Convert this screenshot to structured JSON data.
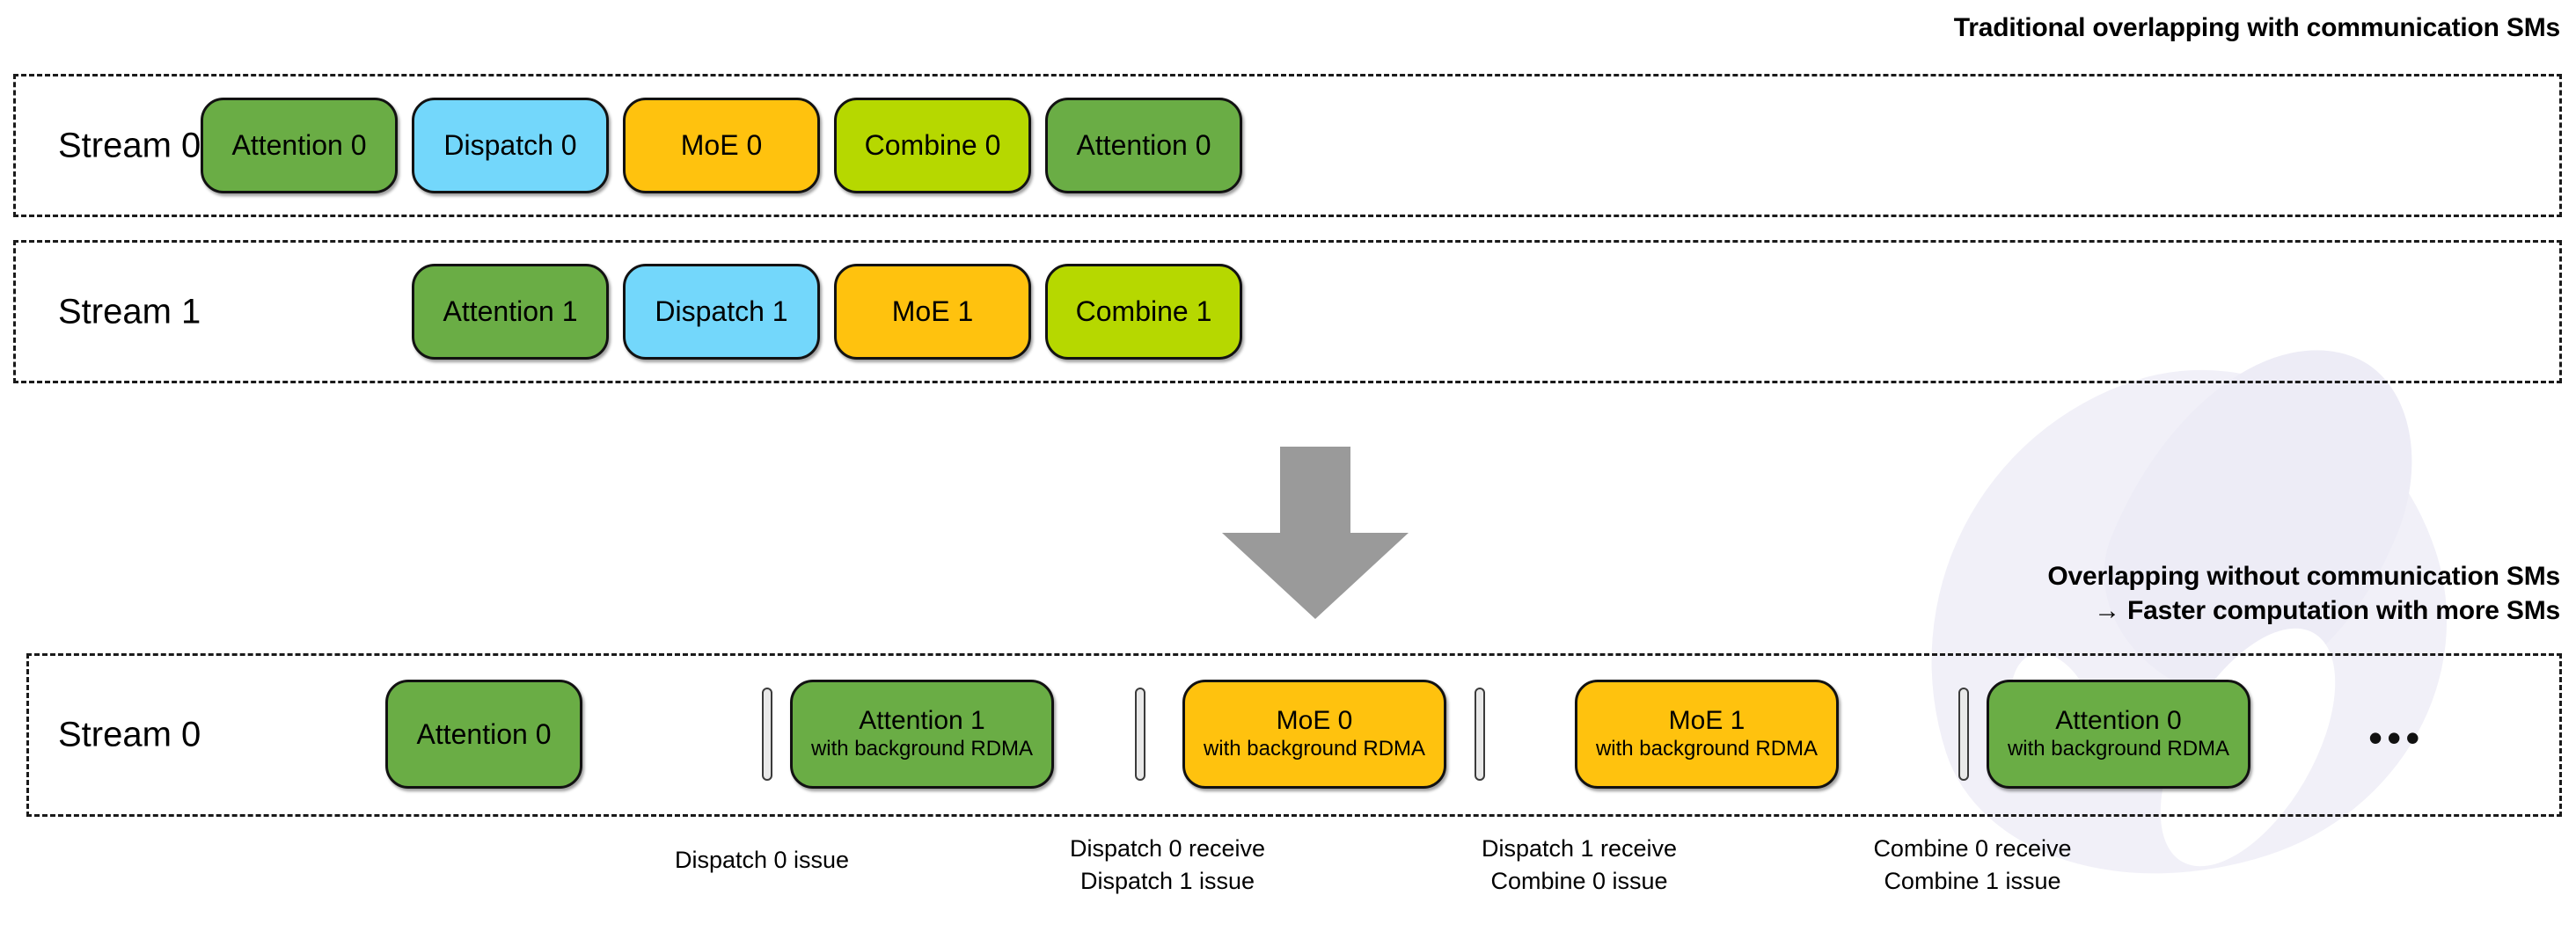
{
  "headings": {
    "top": "Traditional overlapping with communication SMs",
    "bottom": "Overlapping without communication SMs\n→ Faster computation with more SMs"
  },
  "colors": {
    "attention": "#6aad45",
    "dispatch": "#73d7fb",
    "moe": "#ffc20e",
    "combine": "#b6d800",
    "arrow": "#9a9a9a",
    "border": "#121212"
  },
  "streams": [
    {
      "label": "Stream 0",
      "blocks": [
        {
          "title": "Attention 0",
          "sub": "",
          "color": "attention"
        },
        {
          "title": "Dispatch 0",
          "sub": "",
          "color": "dispatch"
        },
        {
          "title": "MoE 0",
          "sub": "",
          "color": "moe"
        },
        {
          "title": "Combine 0",
          "sub": "",
          "color": "combine"
        },
        {
          "title": "Attention 0",
          "sub": "",
          "color": "attention"
        }
      ]
    },
    {
      "label": "Stream 1",
      "blocks": [
        {
          "title": "Attention 1",
          "sub": "",
          "color": "attention"
        },
        {
          "title": "Dispatch 1",
          "sub": "",
          "color": "dispatch"
        },
        {
          "title": "MoE 1",
          "sub": "",
          "color": "moe"
        },
        {
          "title": "Combine 1",
          "sub": "",
          "color": "combine"
        }
      ]
    },
    {
      "label": "Stream 0",
      "blocks": [
        {
          "title": "Attention 0",
          "sub": "",
          "color": "attention"
        },
        {
          "title": "Attention 1",
          "sub": "with background RDMA",
          "color": "attention"
        },
        {
          "title": "MoE 0",
          "sub": "with background RDMA",
          "color": "moe"
        },
        {
          "title": "MoE 1",
          "sub": "with background RDMA",
          "color": "moe"
        },
        {
          "title": "Attention 0",
          "sub": "with background RDMA",
          "color": "attention"
        }
      ],
      "ellipsis": "•••"
    }
  ],
  "events": [
    {
      "text": "Dispatch 0 issue"
    },
    {
      "text": "Dispatch 0 receive\nDispatch 1 issue"
    },
    {
      "text": "Dispatch 1 receive\nCombine 0 issue"
    },
    {
      "text": "Combine 0 receive\nCombine 1 issue"
    }
  ],
  "arrow": {
    "name": "down-arrow"
  }
}
